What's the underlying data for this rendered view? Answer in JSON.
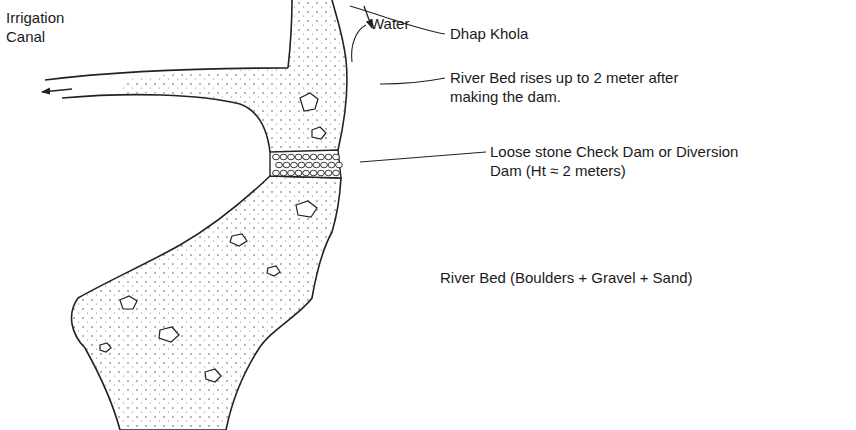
{
  "diagram": {
    "labels": [
      "Irrigation Canal",
      "Water",
      "Dhap Khola",
      "River Bed rises up to 2 meter after making the dam.",
      "Loose stone Check Dam or Diversion Dam (Ht ≈ 2 meters)",
      "River Bed (Boulders + Gravel + Sand)"
    ]
  }
}
